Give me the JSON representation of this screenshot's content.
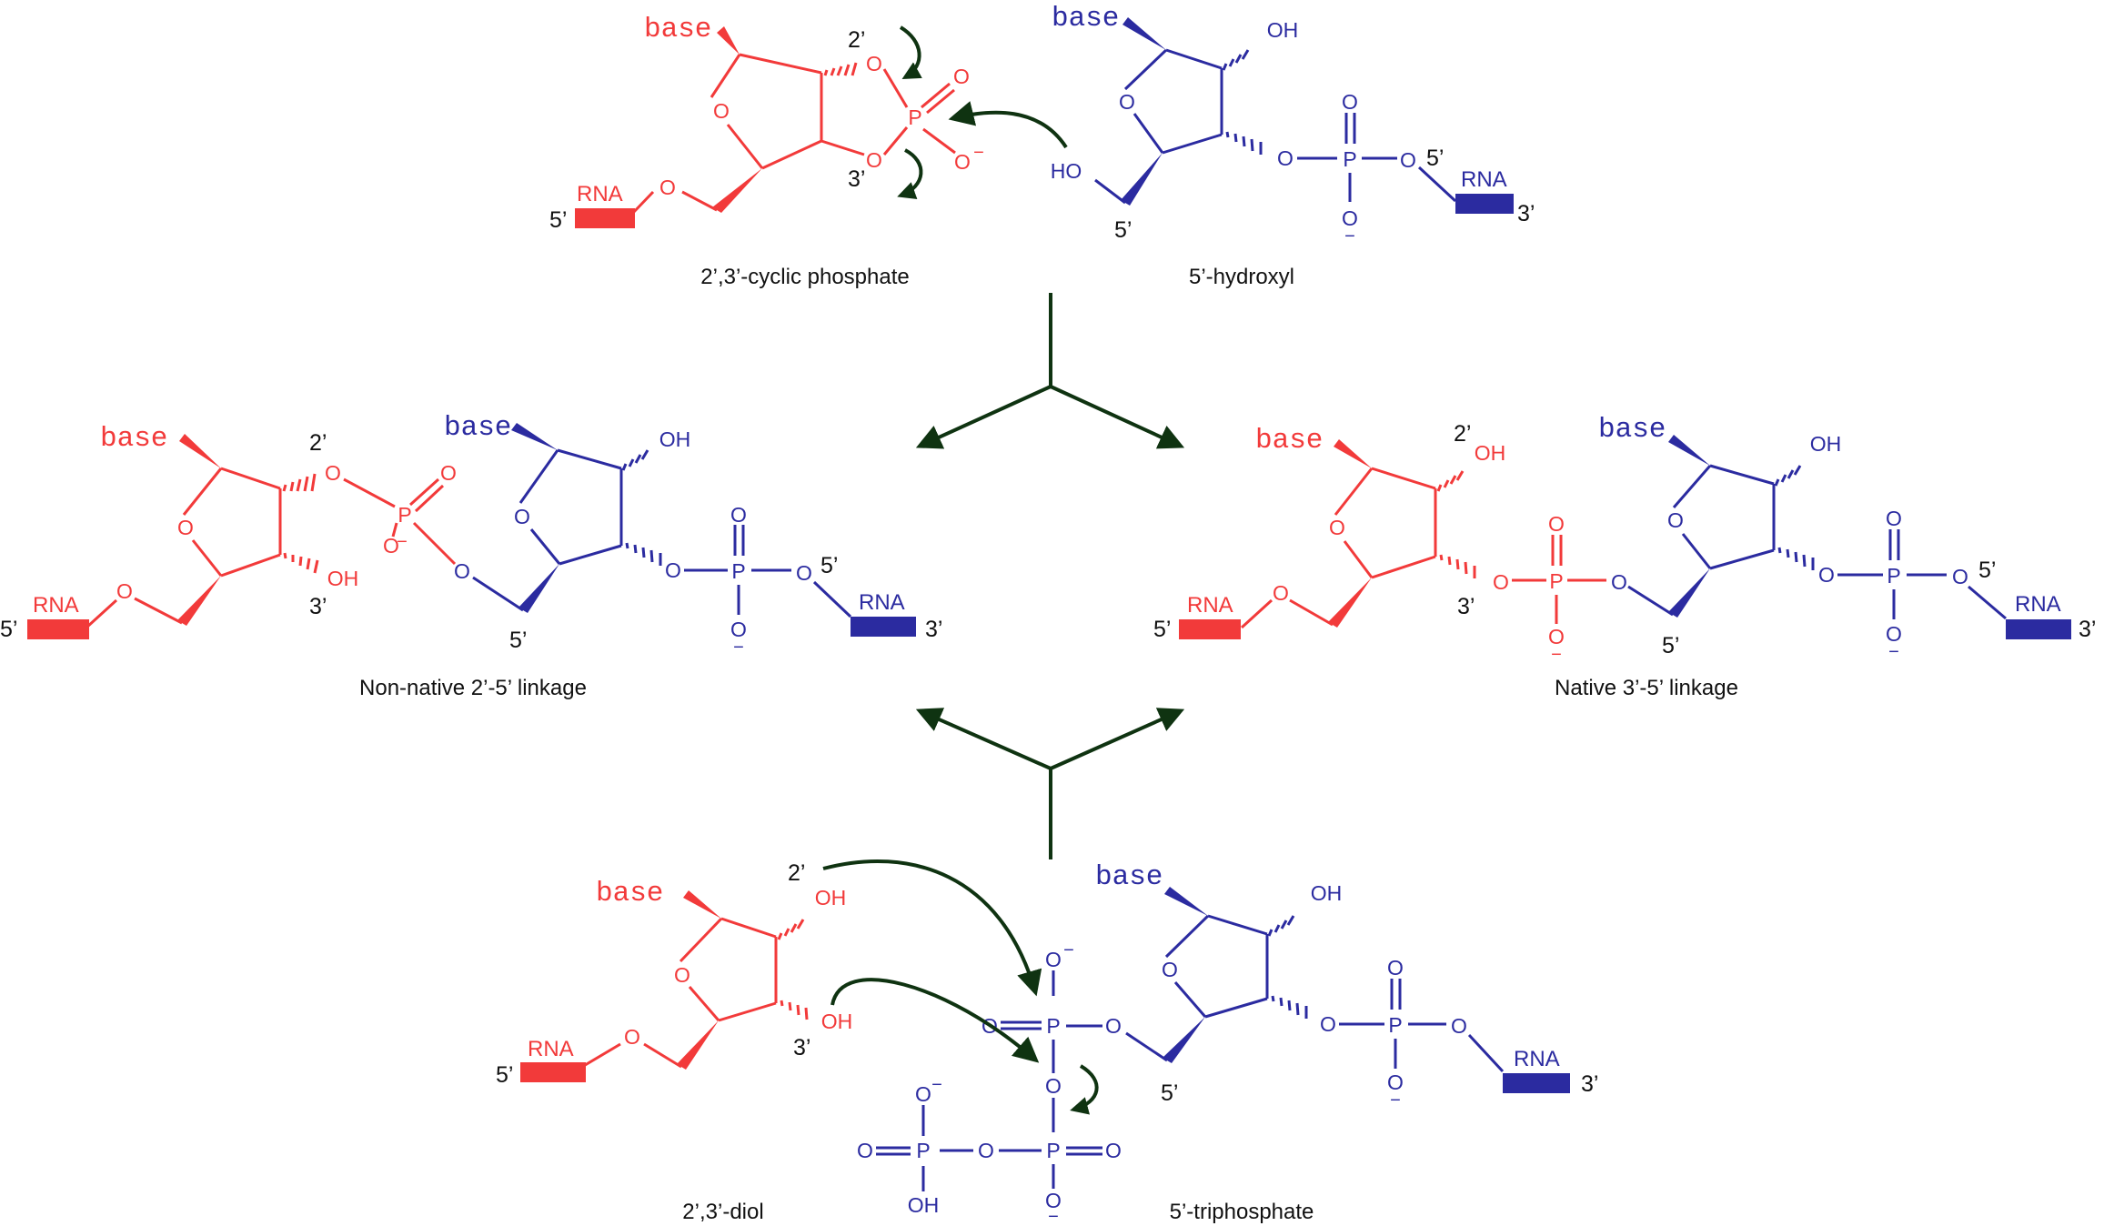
{
  "colors": {
    "red": "#f23a3a",
    "blue": "#2b2ba0",
    "arrow": "#0f3311",
    "text": "#111111"
  },
  "labels": {
    "base": "base",
    "rna": "RNA",
    "p5": "5’",
    "p3": "3’",
    "p2": "2’",
    "O": "O",
    "OH": "OH",
    "HO": "HO",
    "P": "P",
    "minus": "−"
  },
  "captions": {
    "cyclic": "2’,3’-cyclic phosphate",
    "hydroxyl": "5’-hydroxyl",
    "nonnative": "Non-native 2’-5’ linkage",
    "native": "Native 3’-5’ linkage",
    "diol": "2’,3’-diol",
    "triphosphate": "5’-triphosphate"
  }
}
